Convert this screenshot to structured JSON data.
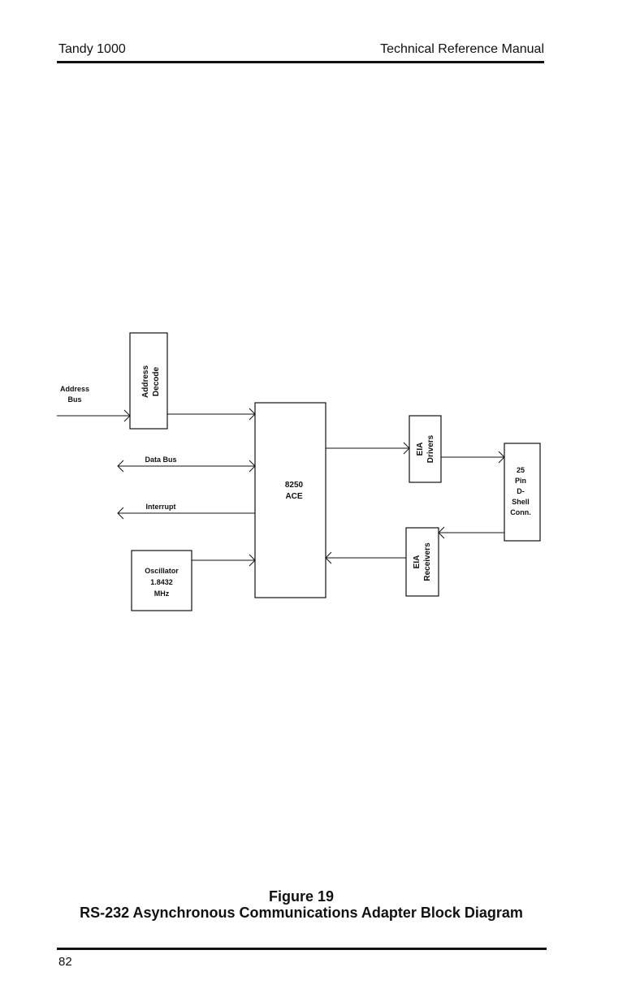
{
  "header": {
    "left": "Tandy 1000",
    "right": "Technical Reference Manual"
  },
  "diagram": {
    "address_bus_label": [
      "Address",
      "Bus"
    ],
    "address_decode": [
      "Address",
      "Decode"
    ],
    "data_bus_label": "Data Bus",
    "interrupt_label": "Interrupt",
    "oscillator": [
      "Oscillator",
      "1.8432",
      "MHz"
    ],
    "ace": [
      "8250",
      "ACE"
    ],
    "eia_drivers": [
      "EIA",
      "Drivers"
    ],
    "eia_receivers": [
      "EIA",
      "Receivers"
    ],
    "connector": [
      "25",
      "Pin",
      "D-",
      "Shell",
      "Conn."
    ]
  },
  "caption": {
    "number": "Figure 19",
    "title": "RS-232 Asynchronous Communications Adapter Block Diagram"
  },
  "page_number": "82"
}
